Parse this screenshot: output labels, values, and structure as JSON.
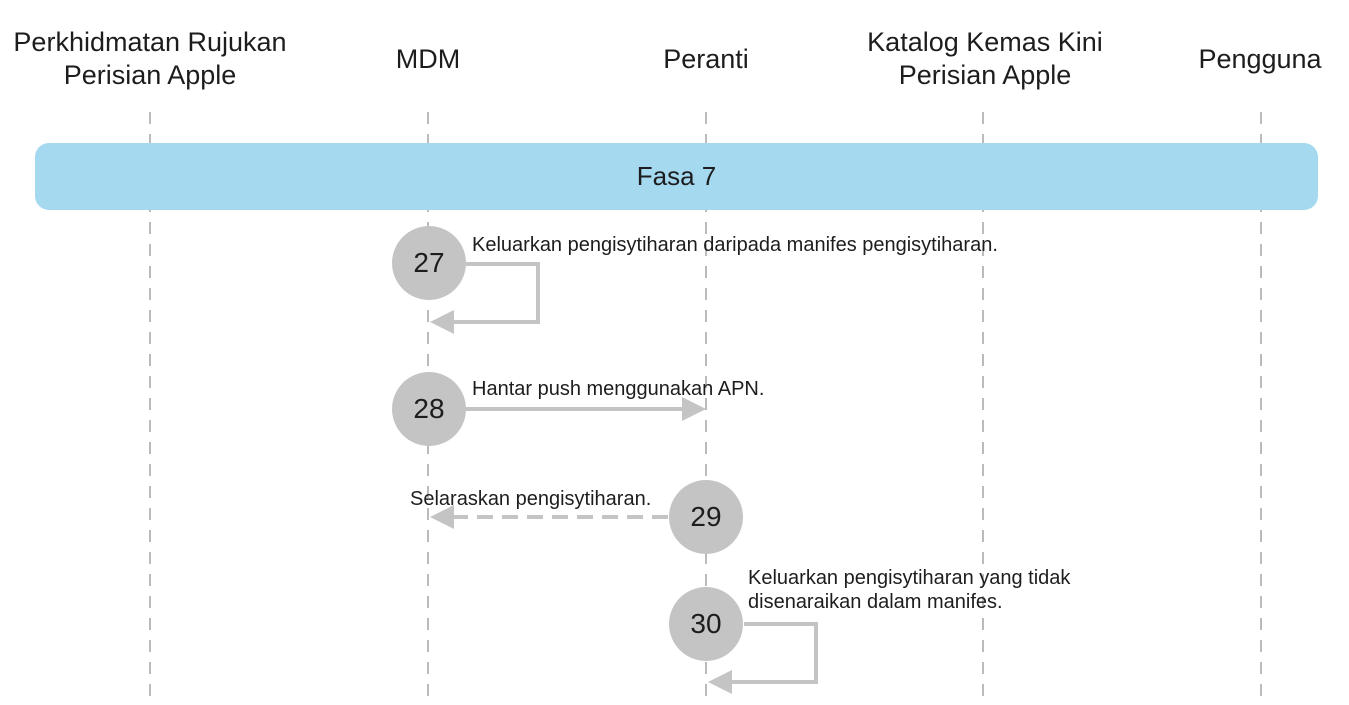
{
  "lanes": [
    {
      "id": "aps",
      "title_lines": [
        "Perkhidmatan Rujukan",
        "Perisian Apple"
      ]
    },
    {
      "id": "mdm",
      "title_lines": [
        "MDM"
      ]
    },
    {
      "id": "device",
      "title_lines": [
        "Peranti"
      ]
    },
    {
      "id": "catalog",
      "title_lines": [
        "Katalog Kemas Kini",
        "Perisian Apple"
      ]
    },
    {
      "id": "user",
      "title_lines": [
        "Pengguna"
      ]
    }
  ],
  "phase": {
    "label": "Fasa 7",
    "color": "#a4d9f0"
  },
  "steps": [
    {
      "number": "27",
      "text_lines": [
        "Keluarkan pengisytiharan daripada manifes pengisytiharan."
      ],
      "from": "mdm",
      "to": "mdm",
      "style": "solid",
      "kind": "self-loop"
    },
    {
      "number": "28",
      "text_lines": [
        "Hantar push menggunakan APN."
      ],
      "from": "mdm",
      "to": "device",
      "style": "solid",
      "kind": "arrow"
    },
    {
      "number": "29",
      "text_lines": [
        "Selaraskan pengisytiharan."
      ],
      "from": "device",
      "to": "mdm",
      "style": "dashed",
      "kind": "arrow"
    },
    {
      "number": "30",
      "text_lines": [
        "Keluarkan pengisytiharan yang tidak",
        "disenaraikan dalam manifes."
      ],
      "from": "device",
      "to": "device",
      "style": "solid",
      "kind": "self-loop"
    }
  ],
  "colors": {
    "circle": "#c4c4c4",
    "arrow": "#c4c4c4",
    "lifeline": "#8e8e8e",
    "text": "#1d1d1f"
  }
}
